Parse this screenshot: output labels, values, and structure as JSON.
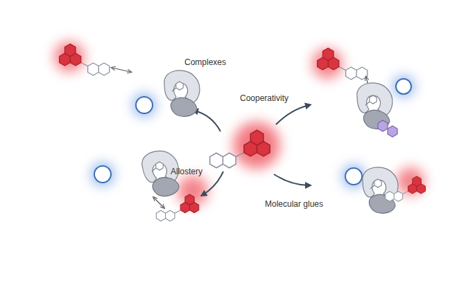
{
  "diagram": {
    "nodes": [
      {
        "text": [
          "Complexes"
        ]
      },
      {
        "text": [
          "Cooperativity"
        ]
      },
      {
        "text": [
          "Allostery"
        ]
      },
      {
        "text": [
          "Molecular glues"
        ]
      }
    ]
  }
}
